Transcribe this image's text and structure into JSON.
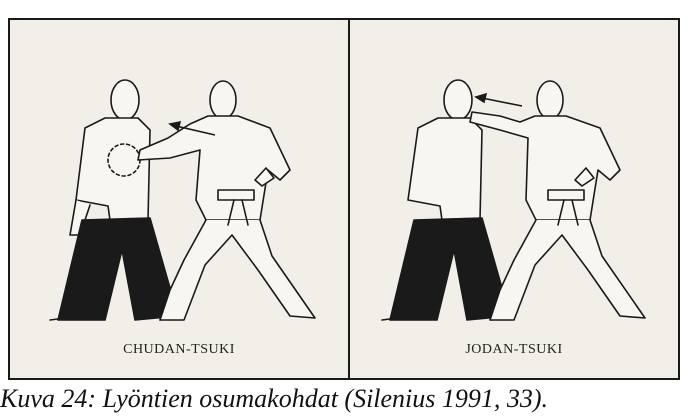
{
  "panels": [
    {
      "label": "CHUDAN-TSUKI"
    },
    {
      "label": "JODAN-TSUKI"
    }
  ],
  "caption": "Kuva 24: Lyöntien osumakohdat (Silenius 1991, 33).",
  "colors": {
    "frame": "#1a1a1a",
    "paper": "#f1efe8",
    "ink": "#1a1a1a"
  }
}
